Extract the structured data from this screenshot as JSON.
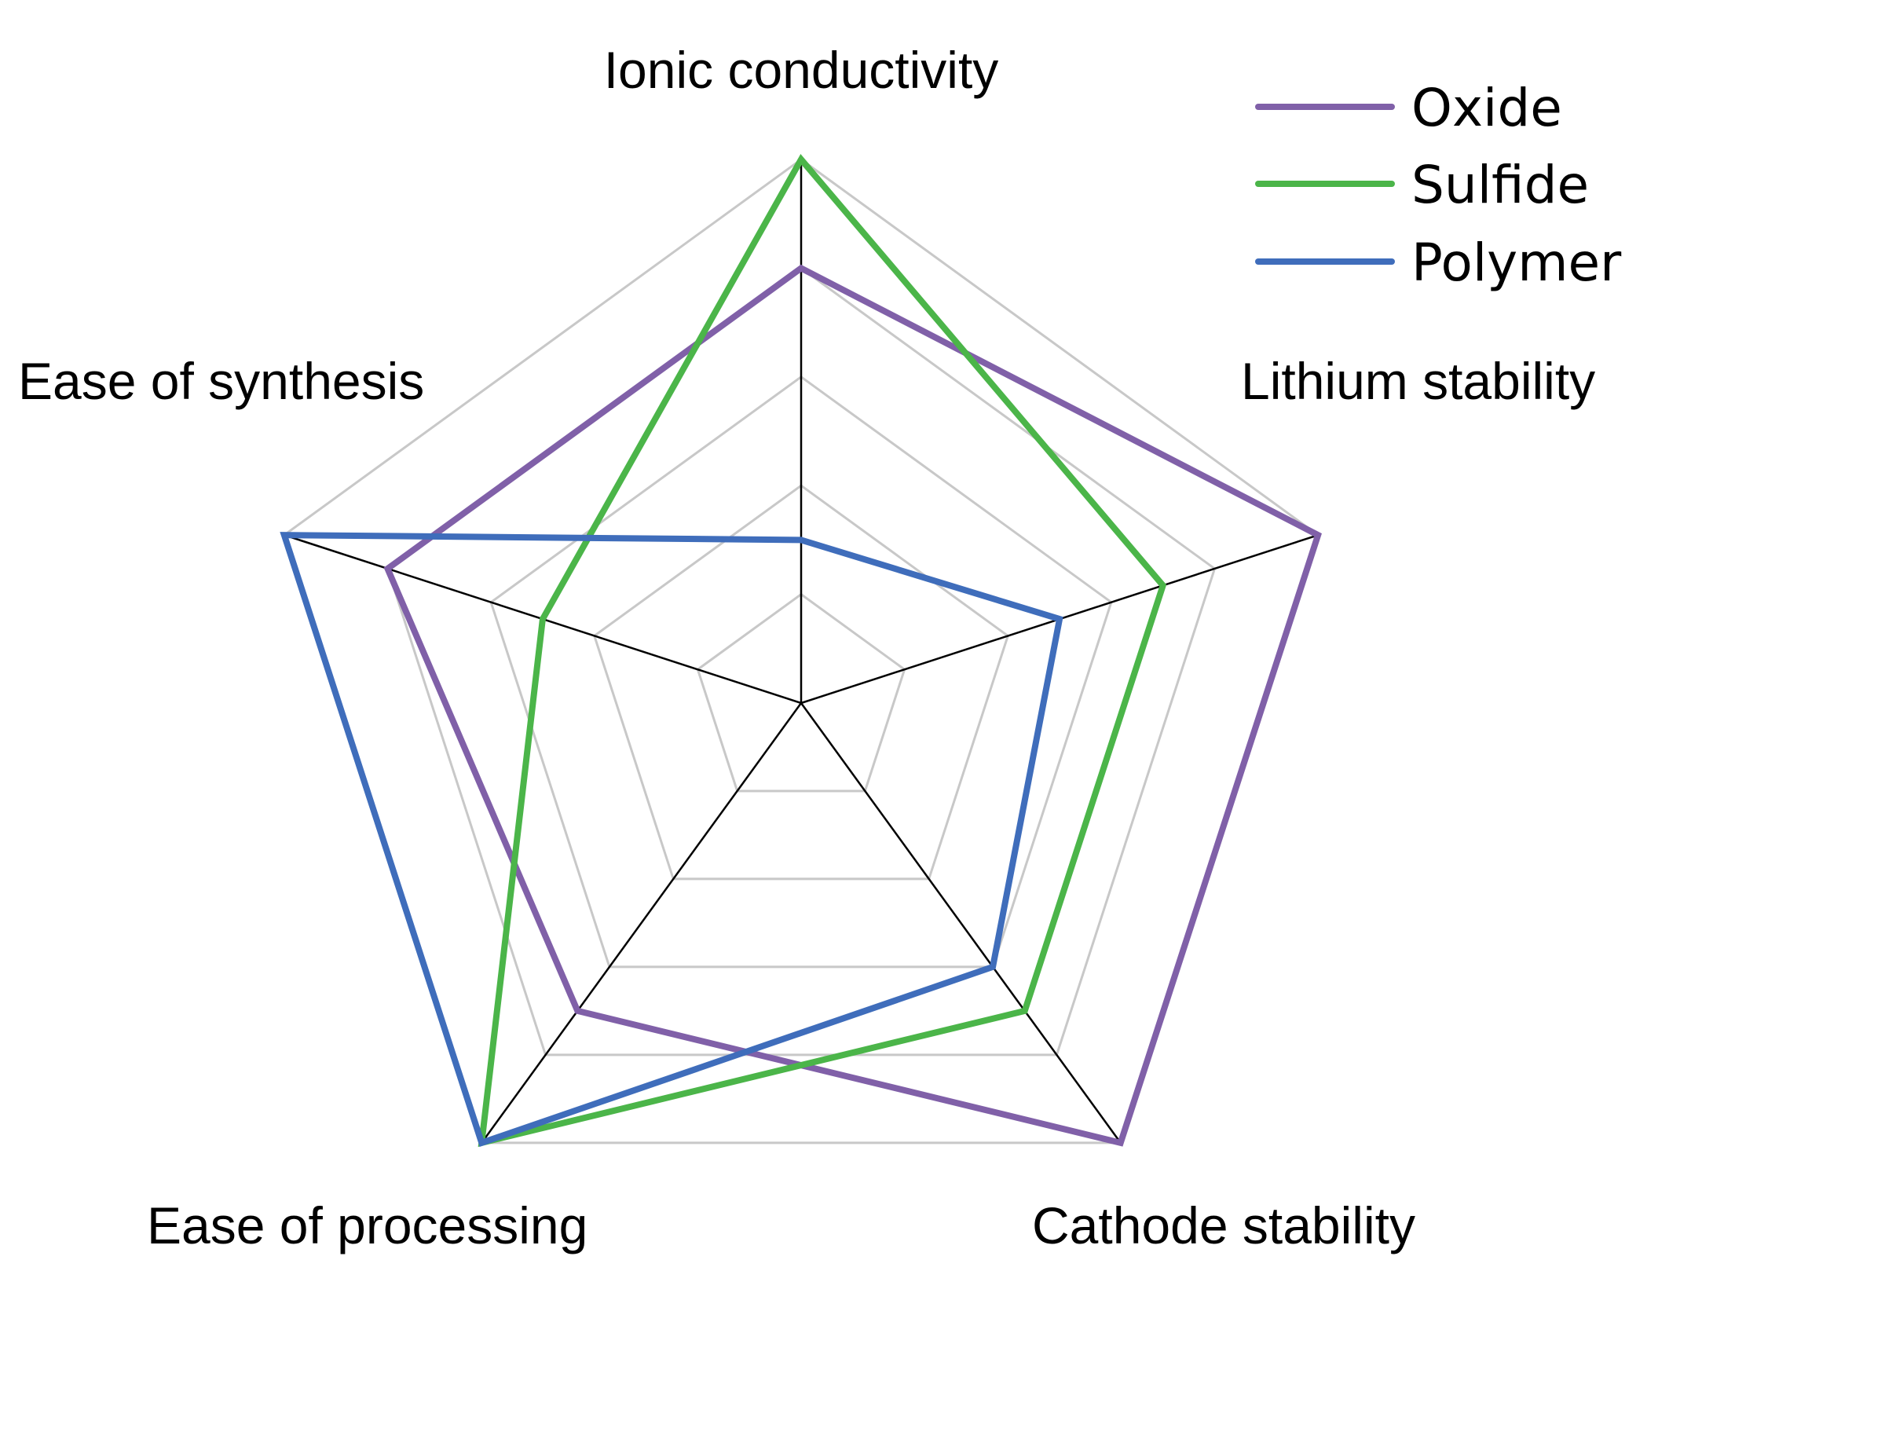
{
  "chart_data": {
    "type": "radar",
    "title": "",
    "axes": [
      "Ionic conductivity",
      "Lithium stability",
      "Cathode stability",
      "Ease of processing",
      "Ease of synthesis"
    ],
    "range": [
      0,
      5
    ],
    "grid_levels": 5,
    "grid": true,
    "legend_position": "top-right",
    "series": [
      {
        "name": "Oxide",
        "color": "#8060a8",
        "values": [
          4,
          5,
          5,
          3.5,
          4
        ]
      },
      {
        "name": "Sulfide",
        "color": "#4bb549",
        "values": [
          5,
          3.5,
          3.5,
          5,
          2.5
        ]
      },
      {
        "name": "Polymer",
        "color": "#3f6dbb",
        "values": [
          1.5,
          2.5,
          3,
          5,
          5
        ]
      }
    ]
  }
}
